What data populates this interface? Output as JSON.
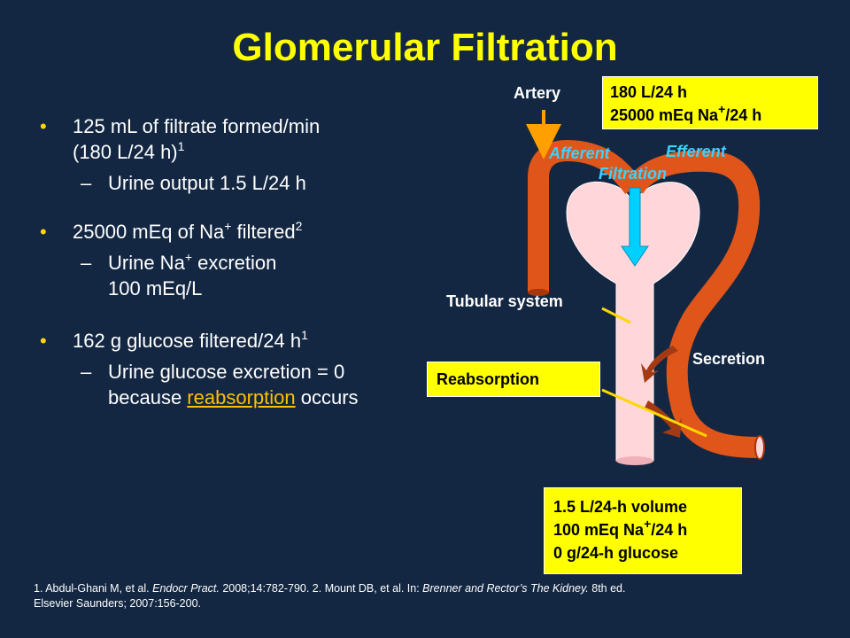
{
  "slide": {
    "title": "Glomerular Filtration"
  },
  "bullets": [
    {
      "text": "125 mL of filtrate formed/min",
      "line2": "(180 L/24 h)",
      "sup": "1",
      "sub": {
        "line1": "Urine output 1.5 L/24 h",
        "line2": ""
      }
    },
    {
      "text": "25000 mEq of Na",
      "sup_na": "+",
      "text_after": " filtered",
      "sup": "2",
      "sub": {
        "line1_a": "Urine Na",
        "line1_sup": "+",
        "line1_b": " excretion",
        "line2": "100 mEq/L"
      }
    },
    {
      "text": "162 g glucose filtered/24 h",
      "sup": "1",
      "sub": {
        "line1": "Urine glucose excretion = 0",
        "line2_a": "because ",
        "line2_link": "reabsorption",
        "line2_b": " occurs"
      }
    }
  ],
  "diagram": {
    "labels": {
      "artery": "Artery",
      "afferent": "Afferent",
      "efferent": "Efferent",
      "filtration": "Filtration",
      "tubular_system": "Tubular system",
      "secretion": "Secretion",
      "reabsorption": "Reabsorption"
    },
    "box_top": {
      "line1": "180 L/24 h",
      "line2_a": "25000 mEq Na",
      "line2_sup": "+",
      "line2_b": "/24 h"
    },
    "box_bottom": {
      "line1": "1.5 L/24-h volume",
      "line2_a": "100 mEq Na",
      "line2_sup": "+",
      "line2_b": "/24 h",
      "line3": "0 g/24-h glucose"
    },
    "colors": {
      "vessel": "#e0561a",
      "vessel_dark": "#a8350c",
      "tubule": "#ffd6da",
      "arrow_cyan": "#00d0ff",
      "arrow_orange": "#ffa000",
      "flow_arrow": "#a33a14",
      "pointer": "#ffd700"
    }
  },
  "footnote": {
    "p1": "1. Abdul-Ghani M, et al. ",
    "j1": "Endocr Pract.",
    "p2": " 2008;14:782-790. 2. Mount DB, et al. In: ",
    "j2": "Brenner and Rector’s The Kidney.",
    "p3": " 8th ed.",
    "p4": "Elsevier Saunders; 2007:156-200."
  }
}
